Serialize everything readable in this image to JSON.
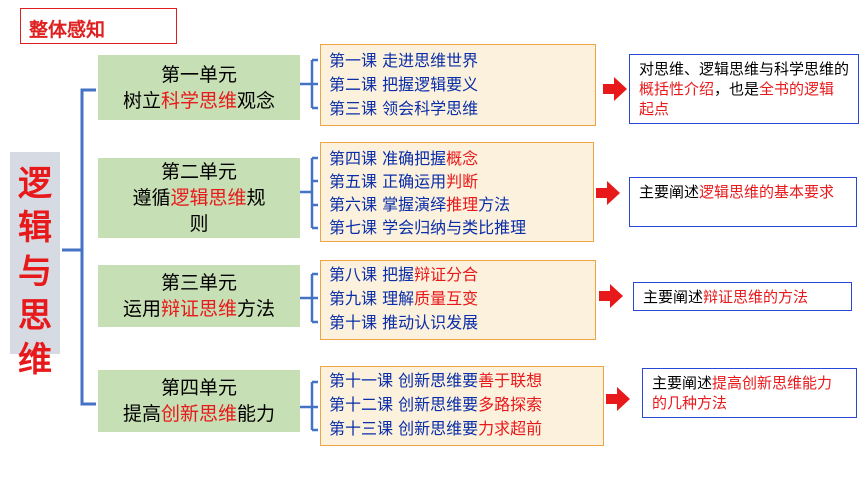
{
  "header": {
    "title": "整体感知"
  },
  "main": {
    "title": "逻辑与思维"
  },
  "units": [
    {
      "name": "第一单元",
      "theme_pre": "树立",
      "theme_hl": "科学思维",
      "theme_post": "观念"
    },
    {
      "name": "第二单元",
      "theme_pre": "遵循",
      "theme_hl": "逻辑思维",
      "theme_post": "规则"
    },
    {
      "name": "第三单元",
      "theme_pre": "运用",
      "theme_hl": "辩证思维",
      "theme_post": "方法"
    },
    {
      "name": "第四单元",
      "theme_pre": "提高",
      "theme_hl": "创新思维",
      "theme_post": "能力"
    }
  ],
  "lessons": [
    [
      {
        "pre": "第一课 走进思维世界",
        "hl": "",
        "post": ""
      },
      {
        "pre": "第二课 把握逻辑要义",
        "hl": "",
        "post": ""
      },
      {
        "pre": "第三课 领会科学思维",
        "hl": "",
        "post": ""
      }
    ],
    [
      {
        "pre": "第四课 准确把握",
        "hl": "概念",
        "post": ""
      },
      {
        "pre": "第五课 正确运用",
        "hl": "判断",
        "post": ""
      },
      {
        "pre": "第六课 掌握演绎",
        "hl": "推理",
        "post": "方法"
      },
      {
        "pre": "第七课 学会归纳与类比推理",
        "hl": "",
        "post": ""
      }
    ],
    [
      {
        "pre": "第八课 把握",
        "hl": "辩证分合",
        "post": ""
      },
      {
        "pre": "第九课 理解",
        "hl": "质量互变",
        "post": ""
      },
      {
        "pre": "第十课 推动认识发展",
        "hl": "",
        "post": ""
      }
    ],
    [
      {
        "pre": "第十一课 创新思维要",
        "hl": "善于联想",
        "post": ""
      },
      {
        "pre": "第十二课 创新思维要",
        "hl": "多路探索",
        "post": ""
      },
      {
        "pre": "第十三课 创新思维要",
        "hl": "力求超前",
        "post": ""
      }
    ]
  ],
  "summaries": [
    [
      {
        "t": "对思维、逻辑思维与科学思维的",
        "c": "n"
      },
      {
        "t": "概括性介绍",
        "c": "h"
      },
      {
        "t": "，也是",
        "c": "n"
      },
      {
        "t": "全书的逻辑起点",
        "c": "h"
      }
    ],
    [
      {
        "t": "主要阐述",
        "c": "n"
      },
      {
        "t": "逻辑思维的基本要求",
        "c": "h"
      }
    ],
    [
      {
        "t": "主要阐述",
        "c": "n"
      },
      {
        "t": "辩证思维的方法",
        "c": "h"
      }
    ],
    [
      {
        "t": "主要阐述",
        "c": "n"
      },
      {
        "t": "提高创新思维能力的几种方法",
        "c": "h"
      }
    ]
  ],
  "colors": {
    "accent_red": "#e8191b",
    "lesson_blue": "#0a2da8",
    "bracket_blue": "#4472c4",
    "unit_green": "#c7dfb4"
  }
}
